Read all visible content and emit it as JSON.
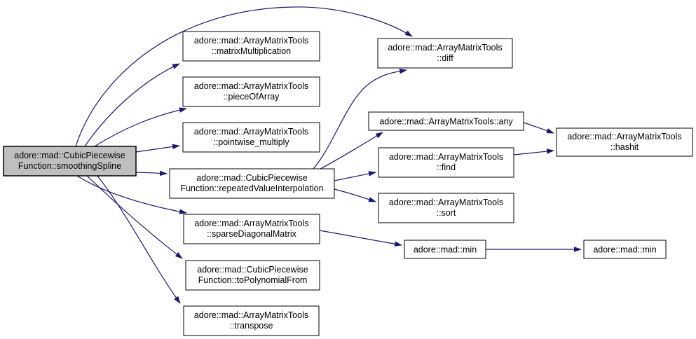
{
  "diagram": {
    "kind": "call-graph",
    "root_function": "adore::mad::CubicPiecewiseFunction::smoothingSpline"
  },
  "colors": {
    "edge": "#191970",
    "node_border": "#000000",
    "node_fill": "#ffffff",
    "root_fill": "#bfbfbf",
    "text": "#000000",
    "background": "#ffffff"
  },
  "graph": {
    "nodes": [
      {
        "id": "smoothingSpline",
        "line1": "adore::mad::CubicPiecewise",
        "line2": "Function::smoothingSpline",
        "highlighted": true
      },
      {
        "id": "matrixMultiplication",
        "line1": "adore::mad::ArrayMatrixTools",
        "line2": "::matrixMultiplication",
        "highlighted": false
      },
      {
        "id": "pieceOfArray",
        "line1": "adore::mad::ArrayMatrixTools",
        "line2": "::pieceOfArray",
        "highlighted": false
      },
      {
        "id": "pointwise_multiply",
        "line1": "adore::mad::ArrayMatrixTools",
        "line2": "::pointwise_multiply",
        "highlighted": false
      },
      {
        "id": "repeatedValueInterpolation",
        "line1": "adore::mad::CubicPiecewise",
        "line2": "Function::repeatedValueInterpolation",
        "highlighted": false
      },
      {
        "id": "sparseDiagonalMatrix",
        "line1": "adore::mad::ArrayMatrixTools",
        "line2": "::sparseDiagonalMatrix",
        "highlighted": false
      },
      {
        "id": "toPolynomialFrom",
        "line1": "adore::mad::CubicPiecewise",
        "line2": "Function::toPolynomialFrom",
        "highlighted": false
      },
      {
        "id": "transpose",
        "line1": "adore::mad::ArrayMatrixTools",
        "line2": "::transpose",
        "highlighted": false
      },
      {
        "id": "diff",
        "line1": "adore::mad::ArrayMatrixTools",
        "line2": "::diff",
        "highlighted": false
      },
      {
        "id": "any",
        "line1": "adore::mad::ArrayMatrixTools::any",
        "line2": "",
        "highlighted": false
      },
      {
        "id": "find",
        "line1": "adore::mad::ArrayMatrixTools",
        "line2": "::find",
        "highlighted": false
      },
      {
        "id": "sort",
        "line1": "adore::mad::ArrayMatrixTools",
        "line2": "::sort",
        "highlighted": false
      },
      {
        "id": "min",
        "line1": "adore::mad::min",
        "line2": "",
        "highlighted": false
      },
      {
        "id": "min2",
        "line1": "adore::mad::min",
        "line2": "",
        "highlighted": false
      },
      {
        "id": "hashit",
        "line1": "adore::mad::ArrayMatrixTools",
        "line2": "::hashit",
        "highlighted": false
      }
    ],
    "edges": [
      {
        "from": "smoothingSpline",
        "to": "diff"
      },
      {
        "from": "smoothingSpline",
        "to": "matrixMultiplication"
      },
      {
        "from": "smoothingSpline",
        "to": "pieceOfArray"
      },
      {
        "from": "smoothingSpline",
        "to": "pointwise_multiply"
      },
      {
        "from": "smoothingSpline",
        "to": "repeatedValueInterpolation"
      },
      {
        "from": "smoothingSpline",
        "to": "sparseDiagonalMatrix"
      },
      {
        "from": "smoothingSpline",
        "to": "toPolynomialFrom"
      },
      {
        "from": "smoothingSpline",
        "to": "transpose"
      },
      {
        "from": "repeatedValueInterpolation",
        "to": "diff"
      },
      {
        "from": "repeatedValueInterpolation",
        "to": "any"
      },
      {
        "from": "repeatedValueInterpolation",
        "to": "find"
      },
      {
        "from": "repeatedValueInterpolation",
        "to": "sort"
      },
      {
        "from": "any",
        "to": "hashit"
      },
      {
        "from": "find",
        "to": "hashit"
      },
      {
        "from": "sparseDiagonalMatrix",
        "to": "min"
      },
      {
        "from": "min",
        "to": "min2"
      }
    ]
  }
}
